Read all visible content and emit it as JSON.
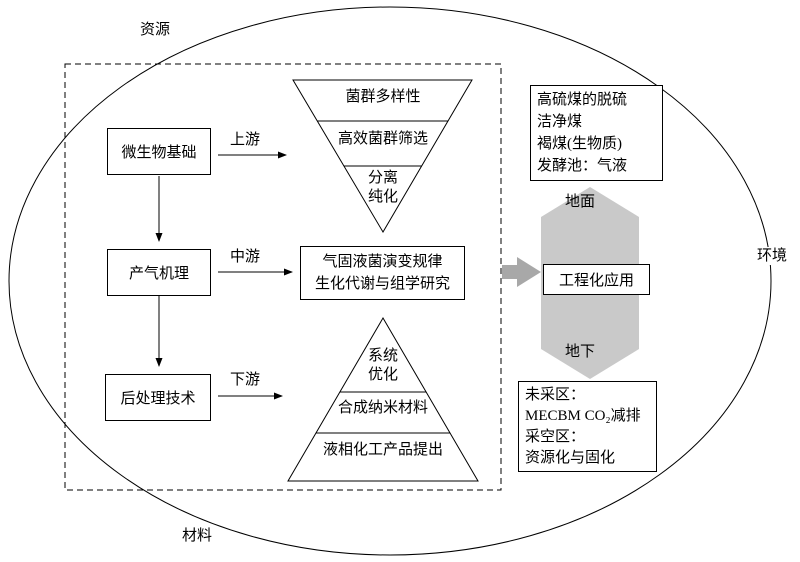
{
  "colors": {
    "line": "#000000",
    "arrow_gray": "#a8a8a8",
    "shape_gray": "#c9c9c9"
  },
  "ellipse_labels": {
    "top": "资源",
    "right": "环境",
    "bottom": "材料"
  },
  "flow": {
    "boxes": [
      {
        "label": "微生物基础"
      },
      {
        "label": "产气机理"
      },
      {
        "label": "后处理技术"
      }
    ],
    "stage_labels": [
      {
        "label": "上游"
      },
      {
        "label": "中游"
      },
      {
        "label": "下游"
      }
    ]
  },
  "upper_funnel": {
    "sections": [
      {
        "label": "菌群多样性"
      },
      {
        "label": "高效菌群筛选"
      },
      {
        "label": "分离\n纯化"
      }
    ]
  },
  "middle_box": {
    "label": "气固液菌演变规律\n生化代谢与组学研究"
  },
  "lower_pyramid": {
    "sections": [
      {
        "label": "系统\n优化"
      },
      {
        "label": "合成纳米材料"
      },
      {
        "label": "液相化工产品提出"
      }
    ]
  },
  "application": {
    "surface": "地面",
    "underground": "地下",
    "center": "工程化应用"
  },
  "surface_apps": {
    "lines": "高硫煤的脱硫\n洁净煤\n褐煤(生物质)\n发酵池：气液"
  },
  "underground_apps": {
    "lines": "未采区：\nMECBM CO₂减排\n采空区：\n资源化与固化"
  }
}
